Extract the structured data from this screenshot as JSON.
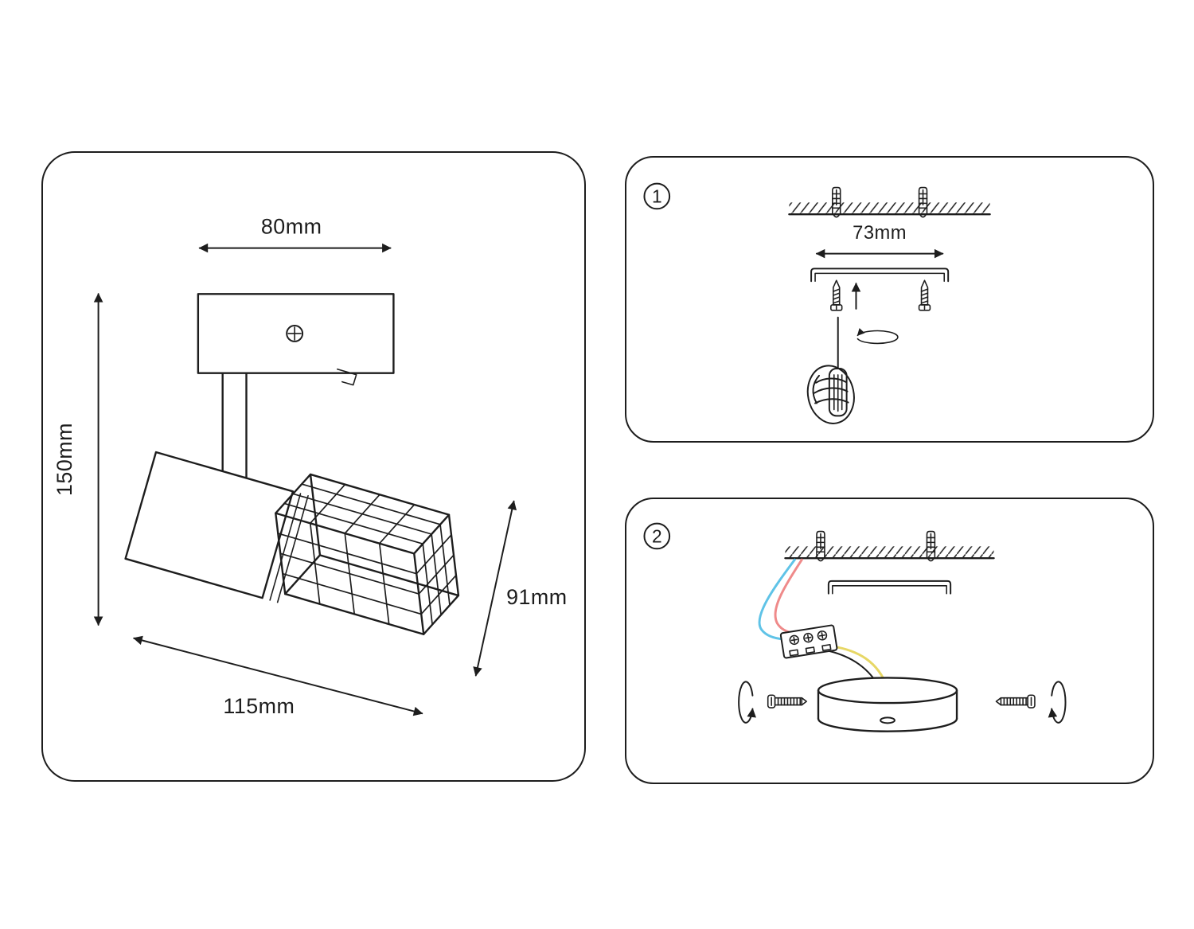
{
  "document": {
    "kind": "spotlight-installation-diagram"
  },
  "colors": {
    "line": "#1d1d1d",
    "wire_blue": "#5fc3e7",
    "wire_red": "#ef8a8a",
    "wire_yellow": "#e7d765"
  },
  "lamp_panel": {
    "dim_top_width": "80mm",
    "dim_height": "150mm",
    "dim_base_length": "115mm",
    "dim_shade": "91mm"
  },
  "step1": {
    "number": "1",
    "dim_hole_spacing": "73mm"
  },
  "step2": {
    "number": "2"
  }
}
